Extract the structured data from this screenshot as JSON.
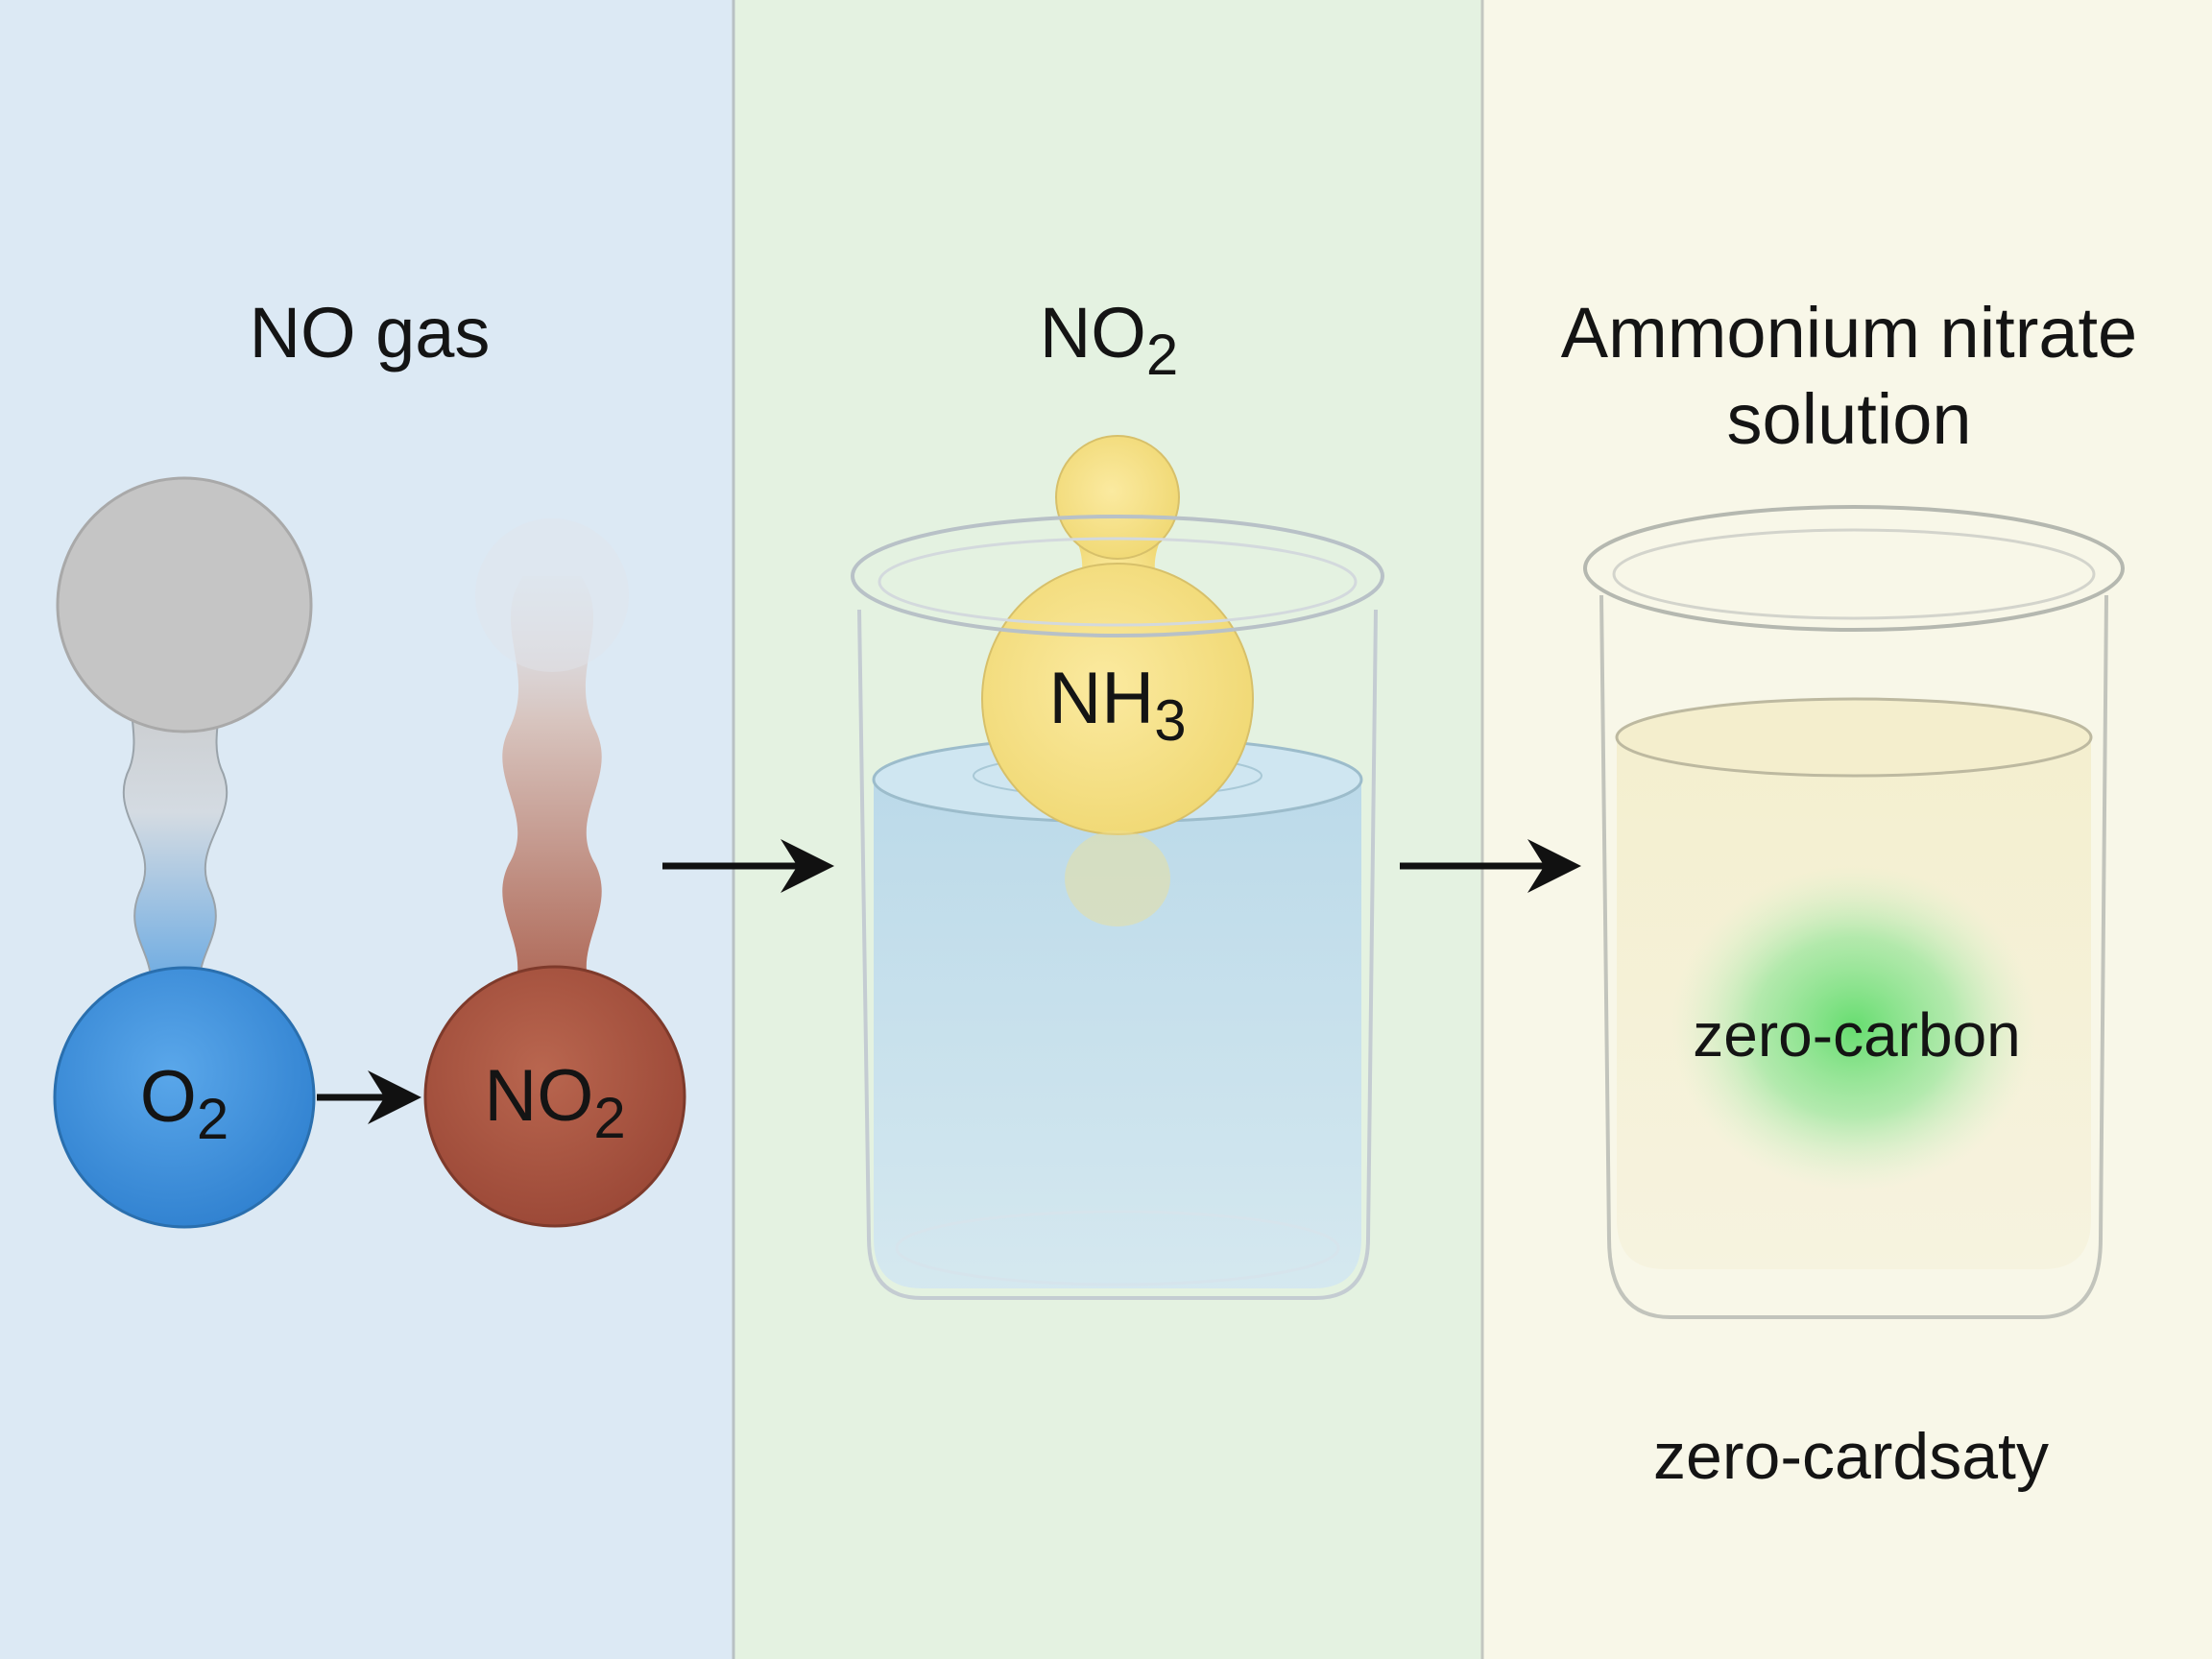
{
  "panels": {
    "left": {
      "title_main": "NO gas",
      "bg": "#dce9f4"
    },
    "middle": {
      "title_main": "NO",
      "title_sub": "2",
      "bg": "#e4f2e1"
    },
    "right": {
      "title_line1": "Ammonium nitrate",
      "title_line2": "solution",
      "bg": "#f8f7e8"
    }
  },
  "molecules": {
    "o2": {
      "main": "O",
      "sub": "2",
      "color": "#3d8fd6"
    },
    "no2": {
      "main": "NO",
      "sub": "2",
      "color": "#a9533f"
    },
    "nh3": {
      "main": "NH",
      "sub": "3",
      "color": "#f4df83"
    },
    "gray_bulb": {
      "color": "#c5c5c5"
    }
  },
  "beakers": {
    "water": {
      "liquid": "#bcd9ea"
    },
    "solution": {
      "liquid": "#f5f1d2",
      "glow_label": "zero-carbon",
      "glow_color": "#5fdc6a"
    }
  },
  "footer_text": "zero-cardsaty",
  "arrows": [
    "arrow-o2-to-no2",
    "arrow-gas-to-beaker",
    "arrow-beaker-to-solution"
  ]
}
